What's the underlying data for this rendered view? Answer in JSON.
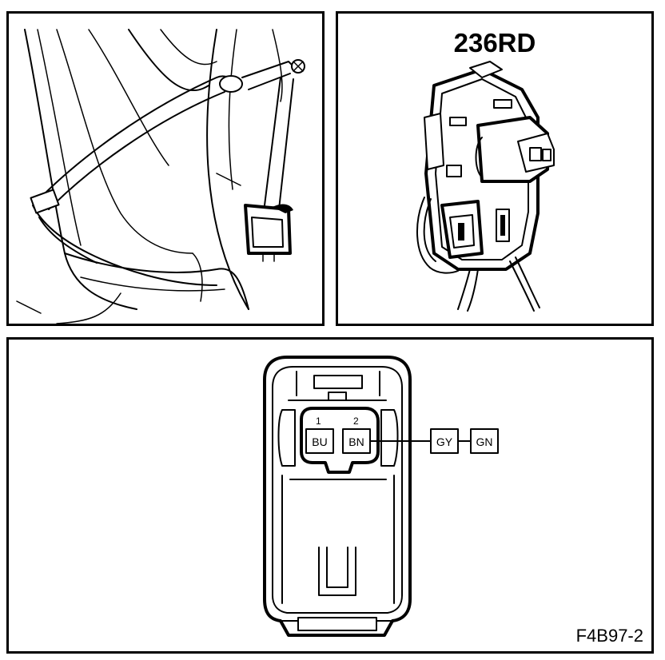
{
  "connector": {
    "part_number": "236RD",
    "figure_id": "F4B97-2"
  },
  "pins": [
    {
      "number": "1",
      "color": "BU"
    },
    {
      "number": "2",
      "color": "BN"
    }
  ],
  "wire_colors": [
    "GY",
    "GN"
  ]
}
